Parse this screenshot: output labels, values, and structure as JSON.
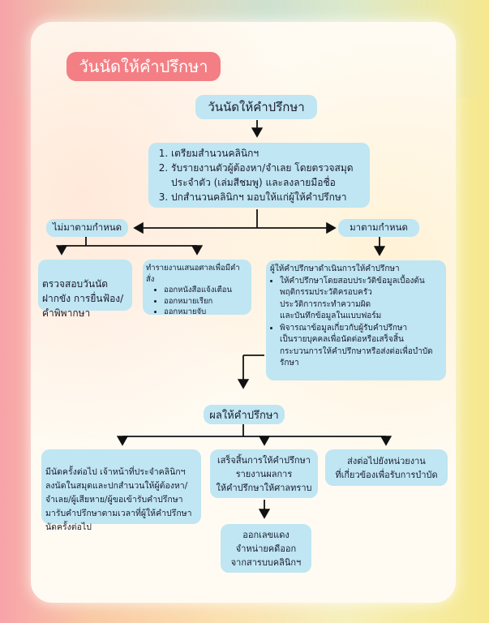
{
  "title": "วันนัดให้คำปรึกษา",
  "start_node": "วันนัดให้คำปรึกษา",
  "step_list": [
    "เตรียมสำนวนคลินิกฯ",
    "รับรายงานตัวผู้ต้องหา/จำเลย โดยตรวจสมุดประจำตัว (เล่มสีชมพู) และลงลายมือชื่อ",
    "ปกสำนวนคลินิกฯ มอบให้แก่ผู้ให้คำปรึกษา"
  ],
  "branch_left": "ไม่มาตามกำหนด",
  "branch_right": "มาตามกำหนด",
  "left_a": "ตรวจสอบวันนัด\nฝากขัง การยื่นฟ้อง/\nคำพิพากษา",
  "left_b": {
    "head": "ทำรายงานเสนอศาลเพื่อมีคำสั่ง",
    "items": [
      "ออกหนังสือแจ้งเตือน",
      "ออกหมายเรียก",
      "ออกหมายจับ"
    ]
  },
  "right_detail": {
    "head": "ผู้ให้คำปรึกษาดำเนินการให้คำปรึกษา",
    "item1": "ให้คำปรึกษาโดยสอบประวัติข้อมูลเบื้องต้น\nพฤติกรรมประวัติครอบครัว\nประวัติการกระทำความผิด\nและบันทึกข้อมูลในแบบฟอร์ม",
    "item2": "พิจารณาข้อมูลเกี่ยวกับผู้รับคำปรึกษา\nเป็นรายบุคคลเพื่อนัดต่อหรือเสร็จสิ้น\nกระบวนการให้คำปรึกษาหรือส่งต่อเพื่อบำบัดรักษา"
  },
  "result": "ผลให้คำปรึกษา",
  "result_a": "มีนัดครั้งต่อไป เจ้าหน้าที่ประจำคลินิกฯ\nลงนัดในสมุดและปกสำนวนให้ผู้ต้องหา/\nจำเลย/ผู้เสียหาย/ผู้ขอเข้ารับคำปรึกษา\nมารับคำปรึกษาตามเวลาที่ผู้ให้คำปรึกษา\nนัดครั้งต่อไป",
  "result_b": "เสร็จสิ้นการให้คำปรึกษา\nรายงานผลการ\nให้คำปรึกษาให้ศาลทราบ",
  "result_c": "ส่งต่อไปยังหน่วยงาน\nที่เกี่ยวข้องเพื่อรับการบำบัด",
  "final": "ออกเลขแดง\nจำหน่ายคดีออก\nจากสารบบคลินิกฯ",
  "colors": {
    "box": "#bfe6f2",
    "title_chip": "#f37f84",
    "line": "#111111"
  }
}
